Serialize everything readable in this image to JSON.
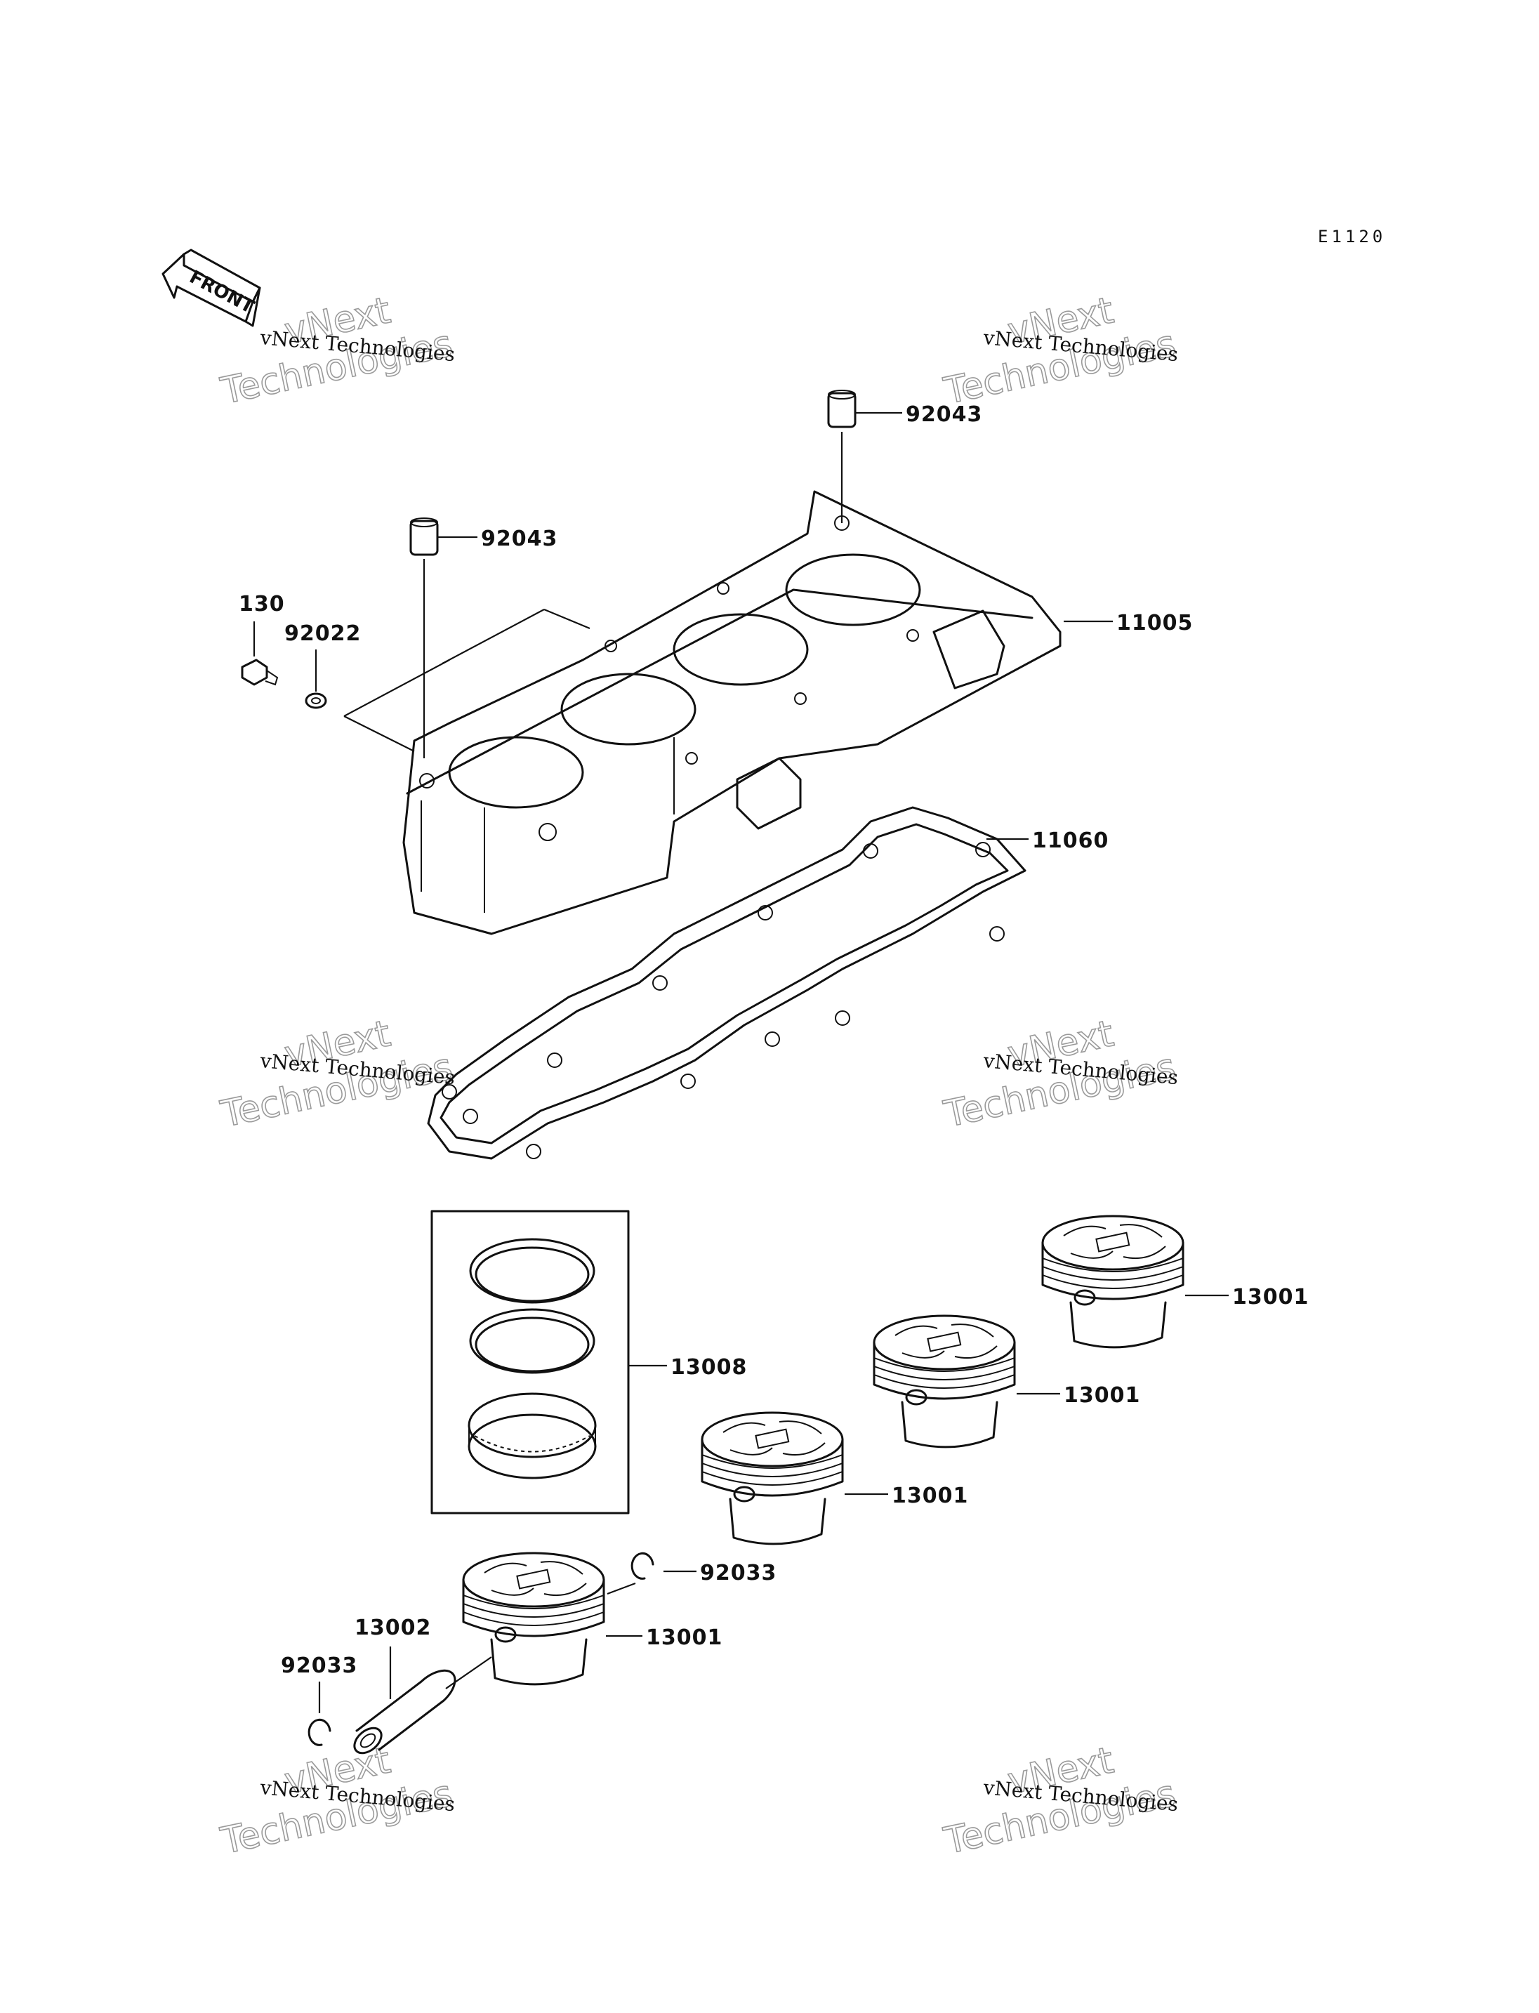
{
  "diagram_code": "E1120",
  "front_label": "FRONT",
  "watermarks": [
    {
      "small": "vNext Technologies",
      "big_line1": "vNext",
      "big_line2": "Technologies"
    },
    {
      "small": "vNext Technologies",
      "big_line1": "vNext",
      "big_line2": "Technologies"
    },
    {
      "small": "vNext Technologies",
      "big_line1": "vNext",
      "big_line2": "Technologies"
    },
    {
      "small": "vNext Technologies",
      "big_line1": "vNext",
      "big_line2": "Technologies"
    },
    {
      "small": "vNext Technologies",
      "big_line1": "vNext",
      "big_line2": "Technologies"
    },
    {
      "small": "vNext Technologies",
      "big_line1": "vNext",
      "big_line2": "Technologies"
    }
  ],
  "callouts": {
    "dowel_pin_top": "92043",
    "dowel_pin_left": "92043",
    "cylinder_block": "11005",
    "bolt": "130",
    "washer": "92022",
    "base_gasket": "11060",
    "piston_ring_set": "13008",
    "piston_1": "13001",
    "piston_2": "13001",
    "piston_3": "13001",
    "piston_4": "13001",
    "circlip_right": "92033",
    "piston_pin": "13002",
    "circlip_left": "92033"
  }
}
